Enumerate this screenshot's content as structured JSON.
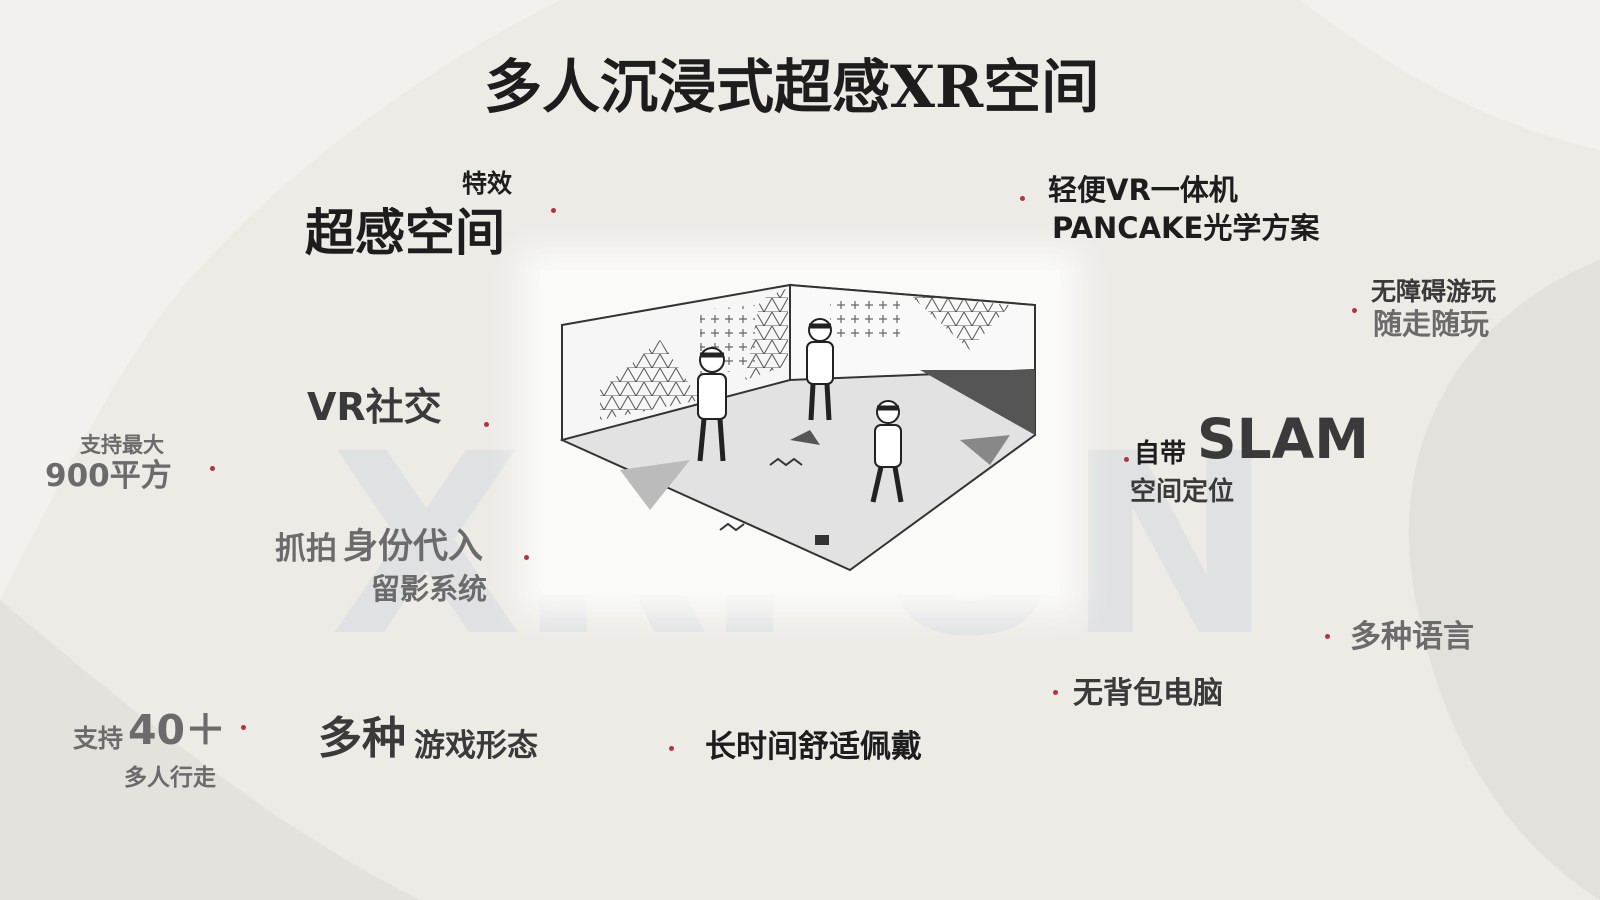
{
  "title": "多人沉浸式超感XR空间",
  "watermark": "XRFUN",
  "illustration_icon": "vr-room-illustration",
  "accent_color": "#b7323c",
  "features": {
    "special_effects": {
      "small": "特效",
      "big": "超感空间"
    },
    "headset": {
      "line1": "轻便VR一体机",
      "line2": "PANCAKE光学方案"
    },
    "barrier_free": {
      "line1": "无障碍游玩",
      "line2": "随走随玩"
    },
    "vr_social": "VR社交",
    "area": {
      "line1": "支持最大",
      "line2": "900平方"
    },
    "slam": {
      "prefix": "自带",
      "big": "SLAM",
      "line2": "空间定位"
    },
    "photo": {
      "line1_a": "抓拍",
      "line1_b": "身份代入",
      "line2": "留影系统"
    },
    "languages": "多种语言",
    "no_backpack": "无背包电脑",
    "players": {
      "prefix": "支持",
      "big": "40＋",
      "line2": "多人行走"
    },
    "game_modes": {
      "big": "多种",
      "small": "游戏形态"
    },
    "comfort": "长时间舒适佩戴"
  }
}
